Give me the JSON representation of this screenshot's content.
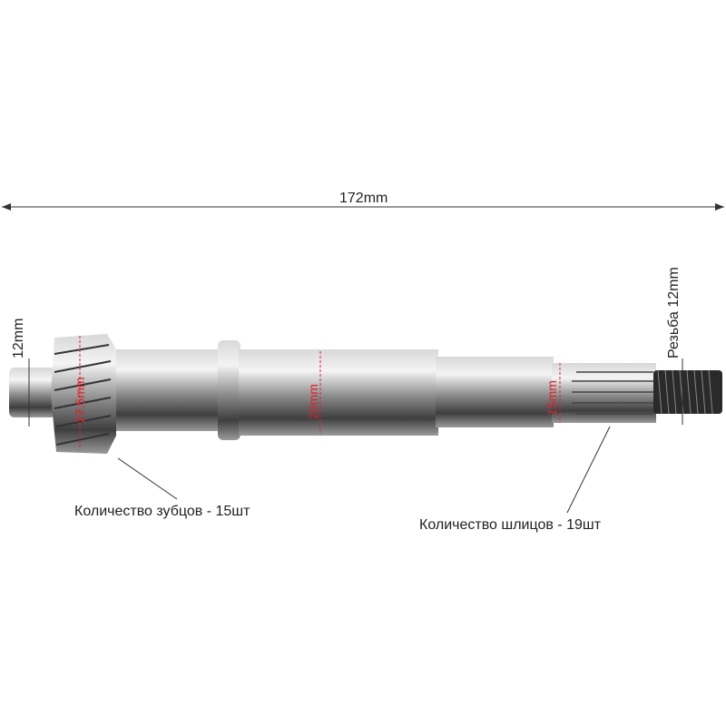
{
  "dimensions": {
    "total_length": "172mm",
    "pin_diameter": "12mm",
    "thread": "Резьба 12mm",
    "gear_diameter": "27.5mm",
    "shaft_diameter": "20mm",
    "spline_diameter": "15mm"
  },
  "callouts": {
    "teeth": "Количество зубцов - 15шт",
    "splines": "Количество шлицов - 19шт"
  },
  "colors": {
    "dimension_red": "#e0202a",
    "dimension_black": "#222222"
  }
}
